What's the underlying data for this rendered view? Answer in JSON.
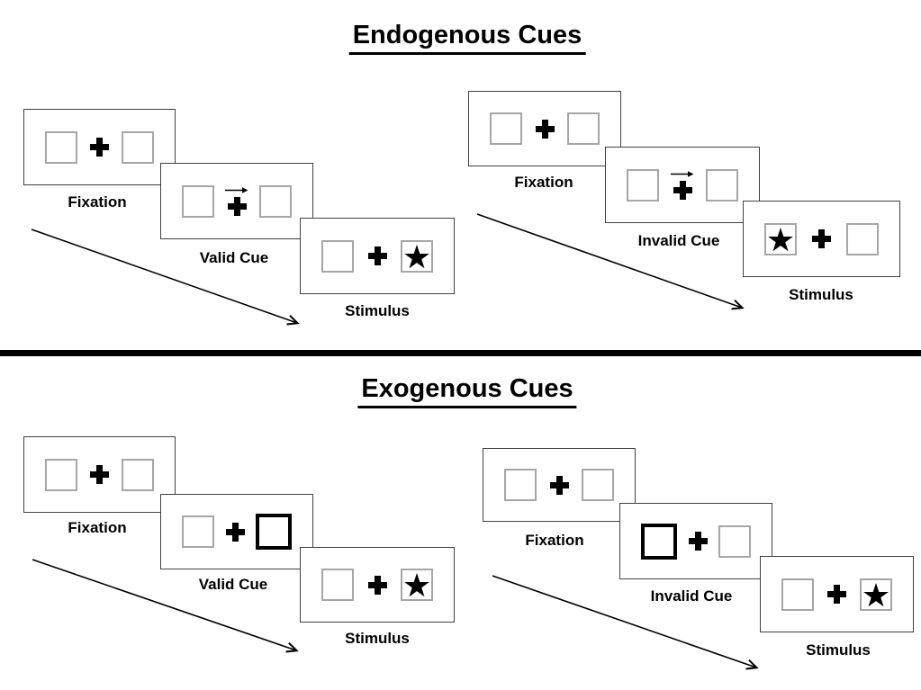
{
  "endogenous": {
    "title": "Endogenous Cues",
    "valid": {
      "fixation_label": "Fixation",
      "cue_label": "Valid Cue",
      "stimulus_label": "Stimulus",
      "cue_symbol": "right-pointing-arrow-above-fixation-cross",
      "stimulus_star_side": "right"
    },
    "invalid": {
      "fixation_label": "Fixation",
      "cue_label": "Invalid Cue",
      "stimulus_label": "Stimulus",
      "cue_symbol": "right-pointing-arrow-above-fixation-cross",
      "stimulus_star_side": "left"
    }
  },
  "exogenous": {
    "title": "Exogenous Cues",
    "valid": {
      "fixation_label": "Fixation",
      "cue_label": "Valid Cue",
      "stimulus_label": "Stimulus",
      "cue_highlight_side": "right",
      "stimulus_star_side": "right"
    },
    "invalid": {
      "fixation_label": "Fixation",
      "cue_label": "Invalid Cue",
      "stimulus_label": "Stimulus",
      "cue_highlight_side": "left",
      "stimulus_star_side": "right"
    }
  },
  "styles": {
    "background": "#ffffff",
    "divider_color": "#000000",
    "panel_border": "#404040",
    "box_border": "#a6a6a6",
    "highlight_border": "#000000",
    "text_color": "#000000"
  }
}
